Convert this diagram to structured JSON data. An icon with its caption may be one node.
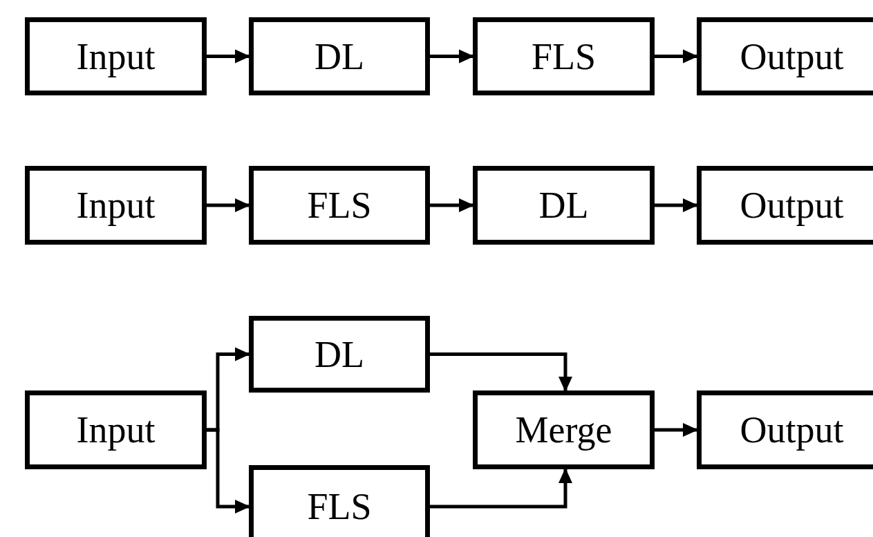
{
  "diagram": {
    "nodes": [
      {
        "text": [
          "Input"
        ]
      },
      {
        "text": [
          "DL"
        ]
      },
      {
        "text": [
          "FLS"
        ]
      },
      {
        "text": [
          "Output"
        ]
      },
      {
        "text": [
          "Input"
        ]
      },
      {
        "text": [
          "FLS"
        ]
      },
      {
        "text": [
          "DL"
        ]
      },
      {
        "text": [
          "Output"
        ]
      },
      {
        "text": [
          "DL"
        ]
      },
      {
        "text": [
          "Input"
        ]
      },
      {
        "text": [
          "Merge"
        ]
      },
      {
        "text": [
          "Output"
        ]
      },
      {
        "text": [
          "FLS"
        ]
      }
    ],
    "edges": [
      {
        "from": 0,
        "to": 1,
        "arrow": "to"
      },
      {
        "from": 1,
        "to": 2,
        "arrow": "to"
      },
      {
        "from": 2,
        "to": 3,
        "arrow": "to"
      },
      {
        "from": 4,
        "to": 5,
        "arrow": "to"
      },
      {
        "from": 5,
        "to": 6,
        "arrow": "to"
      },
      {
        "from": 6,
        "to": 7,
        "arrow": "to"
      },
      {
        "from": 9,
        "to": 8,
        "arrow": "to"
      },
      {
        "from": 9,
        "to": 12,
        "arrow": "to"
      },
      {
        "from": 8,
        "to": 10,
        "arrow": "to"
      },
      {
        "from": 12,
        "to": 10,
        "arrow": "to"
      },
      {
        "from": 10,
        "to": 11,
        "arrow": "to"
      }
    ]
  }
}
